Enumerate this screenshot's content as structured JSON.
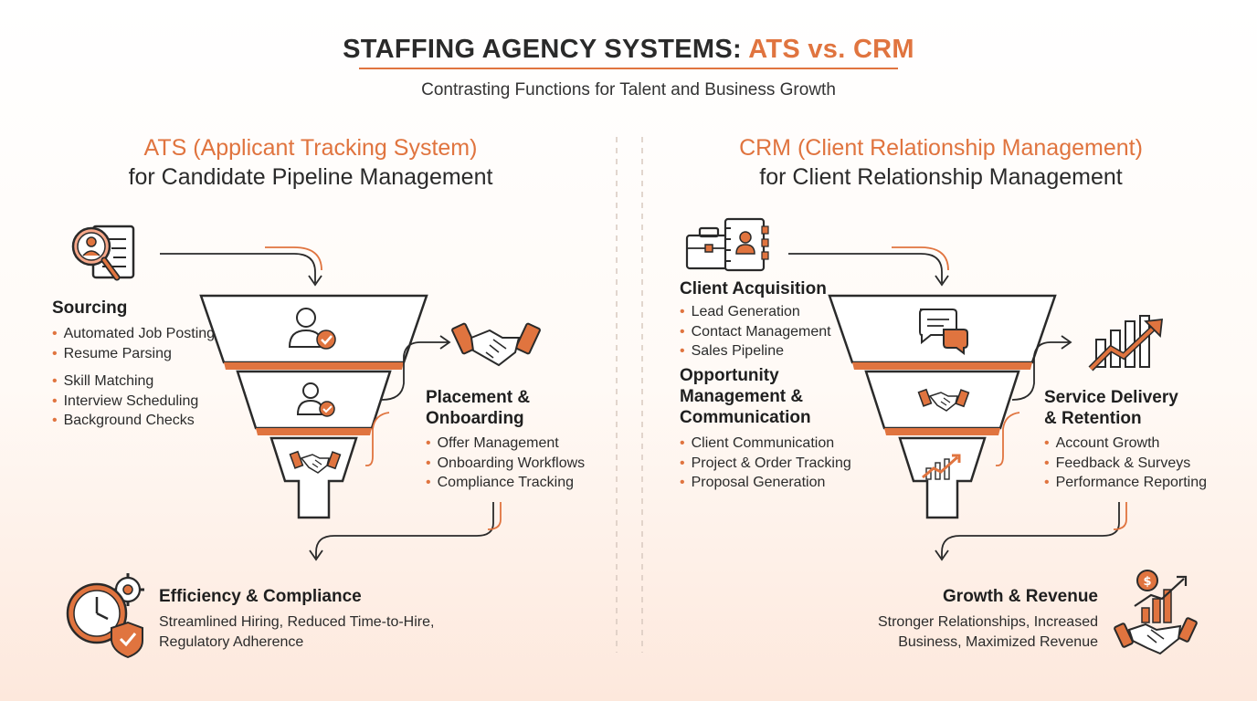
{
  "header": {
    "title_prefix": "STAFFING AGENCY SYSTEMS: ",
    "title_accent": "ATS vs. CRM",
    "subtitle": "Contrasting Functions for Talent and Business Growth"
  },
  "ats": {
    "heading": "ATS (Applicant Tracking System)",
    "subheading": "for Candidate Pipeline Management",
    "sourcing": {
      "title": "Sourcing",
      "items": [
        "Automated Job Posting",
        "Resume Parsing",
        "Skill Matching",
        "Interview Scheduling",
        "Background Checks"
      ]
    },
    "placement": {
      "title_line1": "Placement &",
      "title_line2": "Onboarding",
      "items": [
        "Offer Management",
        "Onboarding Workflows",
        "Compliance Tracking"
      ]
    },
    "outcome": {
      "title": "Efficiency & Compliance",
      "line1": "Streamlined Hiring, Reduced Time-to-Hire,",
      "line2": "Regulatory Adherence"
    }
  },
  "crm": {
    "heading": "CRM (Client Relationship Management)",
    "subheading": "for Client Relationship Management",
    "acquisition": {
      "title": "Client Acquisition",
      "items": [
        "Lead Generation",
        "Contact Management",
        "Sales Pipeline"
      ]
    },
    "opportunity": {
      "title_line1": "Opportunity",
      "title_line2": "Management &",
      "title_line3": "Communication",
      "items": [
        "Client Communication",
        "Project & Order Tracking",
        "Proposal Generation"
      ]
    },
    "delivery": {
      "title_line1": "Service Delivery",
      "title_line2": "& Retention",
      "items": [
        "Account Growth",
        "Feedback & Surveys",
        "Performance Reporting"
      ]
    },
    "outcome": {
      "title": "Growth & Revenue",
      "line1": "Stronger Relationships, Increased",
      "line2": "Business, Maximized Revenue"
    }
  },
  "colors": {
    "accent": "#e0743f",
    "dark": "#2a2a2a",
    "divider": "#d9c9bf"
  }
}
